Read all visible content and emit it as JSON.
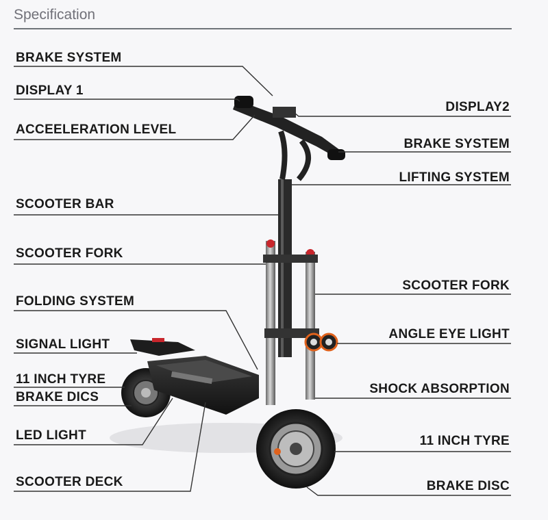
{
  "header": {
    "title": "Specification"
  },
  "left_labels": [
    "BRAKE SYSTEM",
    "DISPLAY 1",
    "ACCEELERATION LEVEL",
    "SCOOTER BAR",
    "SCOOTER FORK",
    "FOLDING SYSTEM",
    "SIGNAL LIGHT",
    "11 INCH TYRE",
    "BRAKE DICS",
    "LED LIGHT",
    "SCOOTER DECK"
  ],
  "right_labels": [
    "DISPLAY2",
    "BRAKE SYSTEM",
    "LIFTING SYSTEM",
    "SCOOTER FORK",
    "ANGLE EYE LIGHT",
    "SHOCK ABSORPTION",
    "11 INCH TYRE",
    "BRAKE DISC"
  ],
  "colors": {
    "rule": "#6e7378",
    "accent_orange": "#e0621c",
    "accent_red": "#c8262c"
  }
}
